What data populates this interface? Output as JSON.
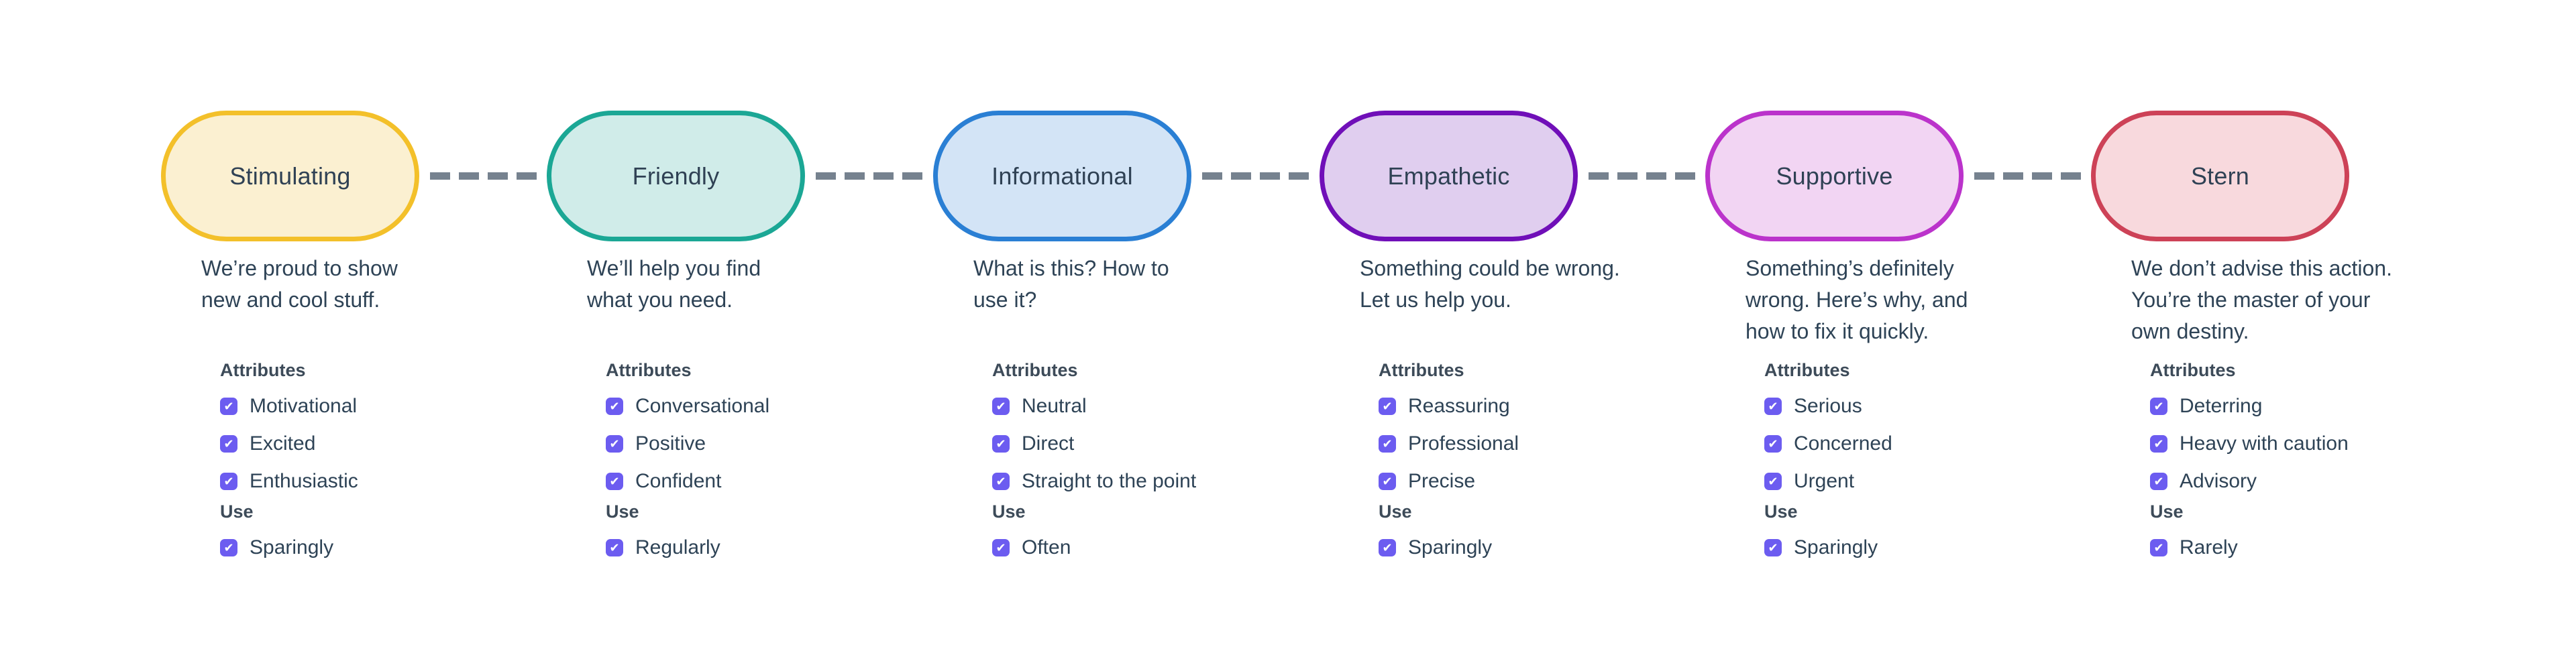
{
  "diagram": {
    "kind": "tone-of-voice-spectrum",
    "background": "#FFFFFF",
    "connector_color": "#76828F",
    "text_color": "#2E4356"
  },
  "labels": {
    "attributes_header": "Attributes",
    "use_header": "Use"
  },
  "checkbox": {
    "color": "#6C5CF0",
    "check": "✔",
    "checked": "true"
  },
  "tones": [
    {
      "name": "Stimulating",
      "border": "#F3C02A",
      "fill": "#FBF0D1",
      "description": "We’re proud to show\nnew and cool stuff.",
      "attributes": [
        "Motivational",
        "Excited",
        "Enthusiastic"
      ],
      "use": "Sparingly"
    },
    {
      "name": "Friendly",
      "border": "#1BA795",
      "fill": "#D0ECE9",
      "description": "We’ll help you find\nwhat you need.",
      "attributes": [
        "Conversational",
        "Positive",
        "Confident"
      ],
      "use": "Regularly"
    },
    {
      "name": "Informational",
      "border": "#2A7FD4",
      "fill": "#D3E4F6",
      "description": "What is this? How to\nuse it?",
      "attributes": [
        "Neutral",
        "Direct",
        "Straight to the point"
      ],
      "use": "Often"
    },
    {
      "name": "Empathetic",
      "border": "#700FB8",
      "fill": "#E0CEEF",
      "description": "Something could be wrong.\nLet us help you.",
      "attributes": [
        "Reassuring",
        "Professional",
        "Precise"
      ],
      "use": "Sparingly"
    },
    {
      "name": "Supportive",
      "border": "#BB33CB",
      "fill": "#F2D5F3",
      "description": "Something’s definitely\nwrong. Here’s why, and\nhow to fix it quickly.",
      "attributes": [
        "Serious",
        "Concerned",
        "Urgent"
      ],
      "use": "Sparingly"
    },
    {
      "name": "Stern",
      "border": "#CD4257",
      "fill": "#F8D9DD",
      "description": "We don’t advise this action.\nYou’re the master of your\nown destiny.",
      "attributes": [
        "Deterring",
        "Heavy with caution",
        "Advisory"
      ],
      "use": "Rarely"
    }
  ]
}
